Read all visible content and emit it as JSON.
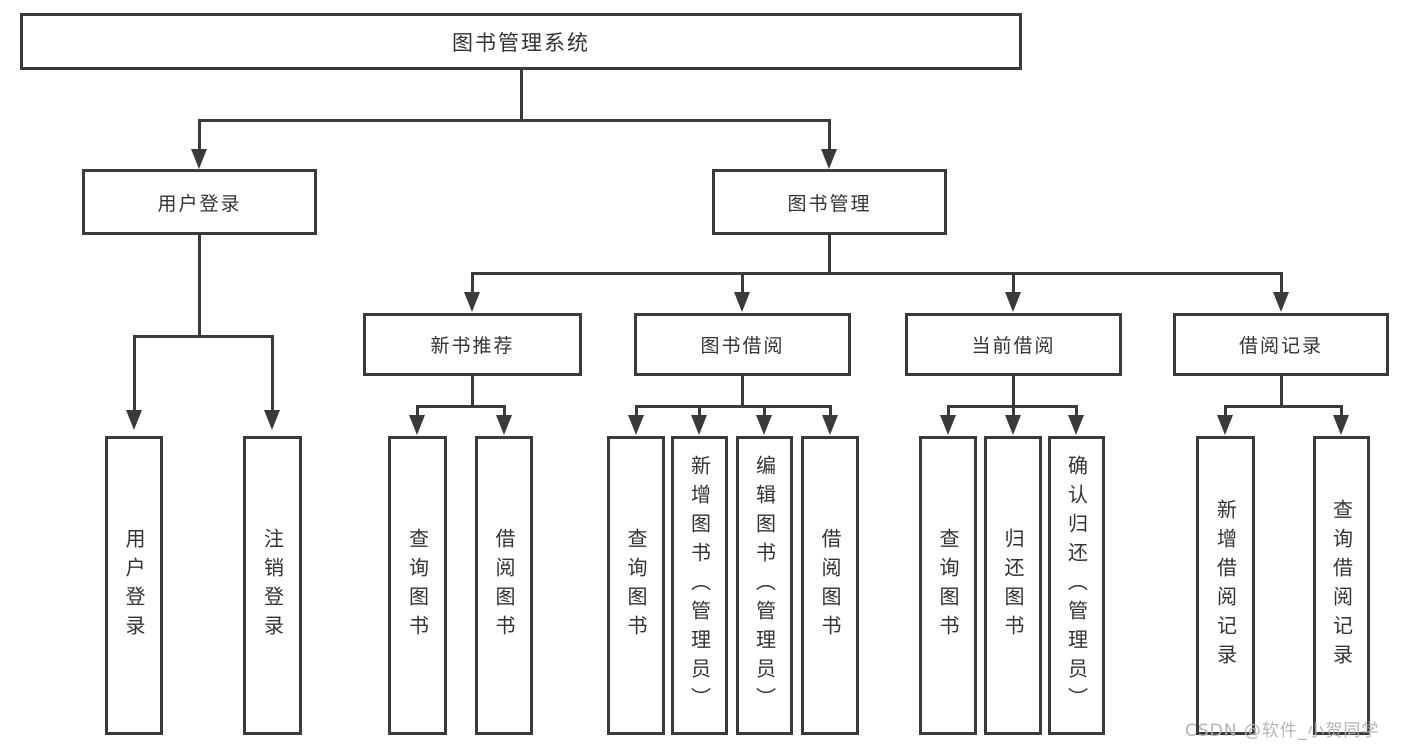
{
  "diagram": {
    "title_node": {
      "label": "图书管理系统"
    },
    "level2": {
      "user_login": {
        "label": "用户登录"
      },
      "book_management": {
        "label": "图书管理"
      }
    },
    "level3": {
      "new_book_recommend": {
        "label": "新书推荐"
      },
      "book_borrow": {
        "label": "图书借阅"
      },
      "current_borrow": {
        "label": "当前借阅"
      },
      "borrow_records": {
        "label": "借阅记录"
      }
    },
    "leaves": {
      "user_login": [
        "用户登录",
        "注销登录"
      ],
      "new_book_recommend": [
        "查询图书",
        "借阅图书"
      ],
      "book_borrow": [
        "查询图书",
        "新增图书（管理员）",
        "编辑图书（管理员）",
        "借阅图书"
      ],
      "current_borrow": [
        "查询图书",
        "归还图书",
        "确认归还（管理员）"
      ],
      "borrow_records": [
        "新增借阅记录",
        "查询借阅记录"
      ]
    },
    "colors": {
      "line": "#3a3a3a",
      "text": "#333333",
      "box_background": "#ffffff",
      "watermark": "#b4b4b4"
    }
  },
  "watermark": {
    "text": "CSDN @软件_小贺同学"
  }
}
